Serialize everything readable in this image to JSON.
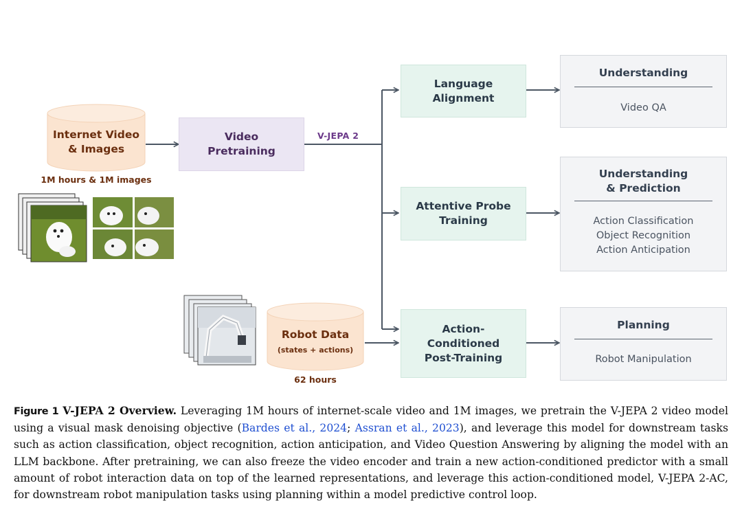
{
  "diagram": {
    "input_video": {
      "title": "Internet Video\n& Images",
      "caption": "1M hours & 1M images"
    },
    "pretraining": {
      "title": "Video\nPretraining"
    },
    "model_label": "V-JEPA 2",
    "robot_data": {
      "title": "Robot Data",
      "subtitle": "(states + actions)",
      "caption": "62 hours"
    },
    "stages": [
      {
        "title": "Language\nAlignment"
      },
      {
        "title": "Attentive Probe\nTraining"
      },
      {
        "title": "Action-\nConditioned\nPost-Training"
      }
    ],
    "outputs": [
      {
        "heading": "Understanding",
        "items": [
          "Video QA"
        ]
      },
      {
        "heading": "Understanding\n& Prediction",
        "items": [
          "Action Classification",
          "Object Recognition",
          "Action Anticipation"
        ]
      },
      {
        "heading": "Planning",
        "items": [
          "Robot Manipulation"
        ]
      }
    ],
    "colors": {
      "arrow": "#4b5663",
      "cylinder_fill": "#fbe4d0",
      "cylinder_text": "#6b2f0f",
      "model_label": "#6c3a8a"
    }
  },
  "caption": {
    "figure_label": "Figure 1",
    "title": "V-JEPA 2 Overview.",
    "text_1": " Leveraging 1M hours of internet-scale video and 1M images, we pretrain the V-JEPA 2 video model using a visual mask denoising objective (",
    "cite_1": "Bardes et al., 2024",
    "sep": "; ",
    "cite_2": "Assran et al., 2023",
    "text_2": "), and leverage this model for downstream tasks such as action classification, object recognition, action anticipation, and Video Question Answering by aligning the model with an LLM backbone. After pretraining, we can also freeze the video encoder and train a new action-conditioned predictor with a small amount of robot interaction data on top of the learned representations, and leverage this action-conditioned model, V-JEPA 2-AC, for downstream robot manipulation tasks using planning within a model predictive control loop."
  }
}
